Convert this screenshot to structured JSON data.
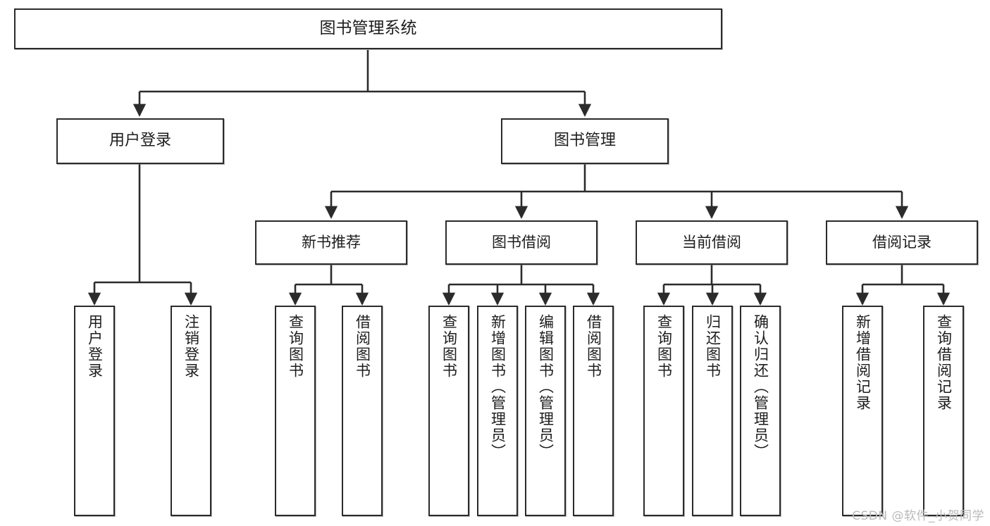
{
  "diagram": {
    "title": "图书管理系统",
    "watermark": "CSDN @软件_小贺同学",
    "line_color": "#2b2b2b",
    "box_fill": "#ffffff",
    "text_color": "#1d1d1d",
    "watermark_color": "#b9b9b9",
    "root": {
      "label": "图书管理系统"
    },
    "level2": [
      {
        "label": "用户登录"
      },
      {
        "label": "图书管理"
      }
    ],
    "level3": [
      {
        "label": "新书推荐"
      },
      {
        "label": "图书借阅"
      },
      {
        "label": "当前借阅"
      },
      {
        "label": "借阅记录"
      }
    ],
    "leaves": {
      "user_login": [
        {
          "label": "用户登录"
        },
        {
          "label": "注销登录"
        }
      ],
      "new_book_recommend": [
        {
          "label": "查询图书"
        },
        {
          "label": "借阅图书"
        }
      ],
      "book_borrow": [
        {
          "label": "查询图书"
        },
        {
          "label": "新增图书（管理员）"
        },
        {
          "label": "编辑图书（管理员）"
        },
        {
          "label": "借阅图书"
        }
      ],
      "current_borrow": [
        {
          "label": "查询图书"
        },
        {
          "label": "归还图书"
        },
        {
          "label": "确认归还（管理员）"
        }
      ],
      "borrow_record": [
        {
          "label": "新增借阅记录"
        },
        {
          "label": "查询借阅记录"
        }
      ]
    }
  }
}
